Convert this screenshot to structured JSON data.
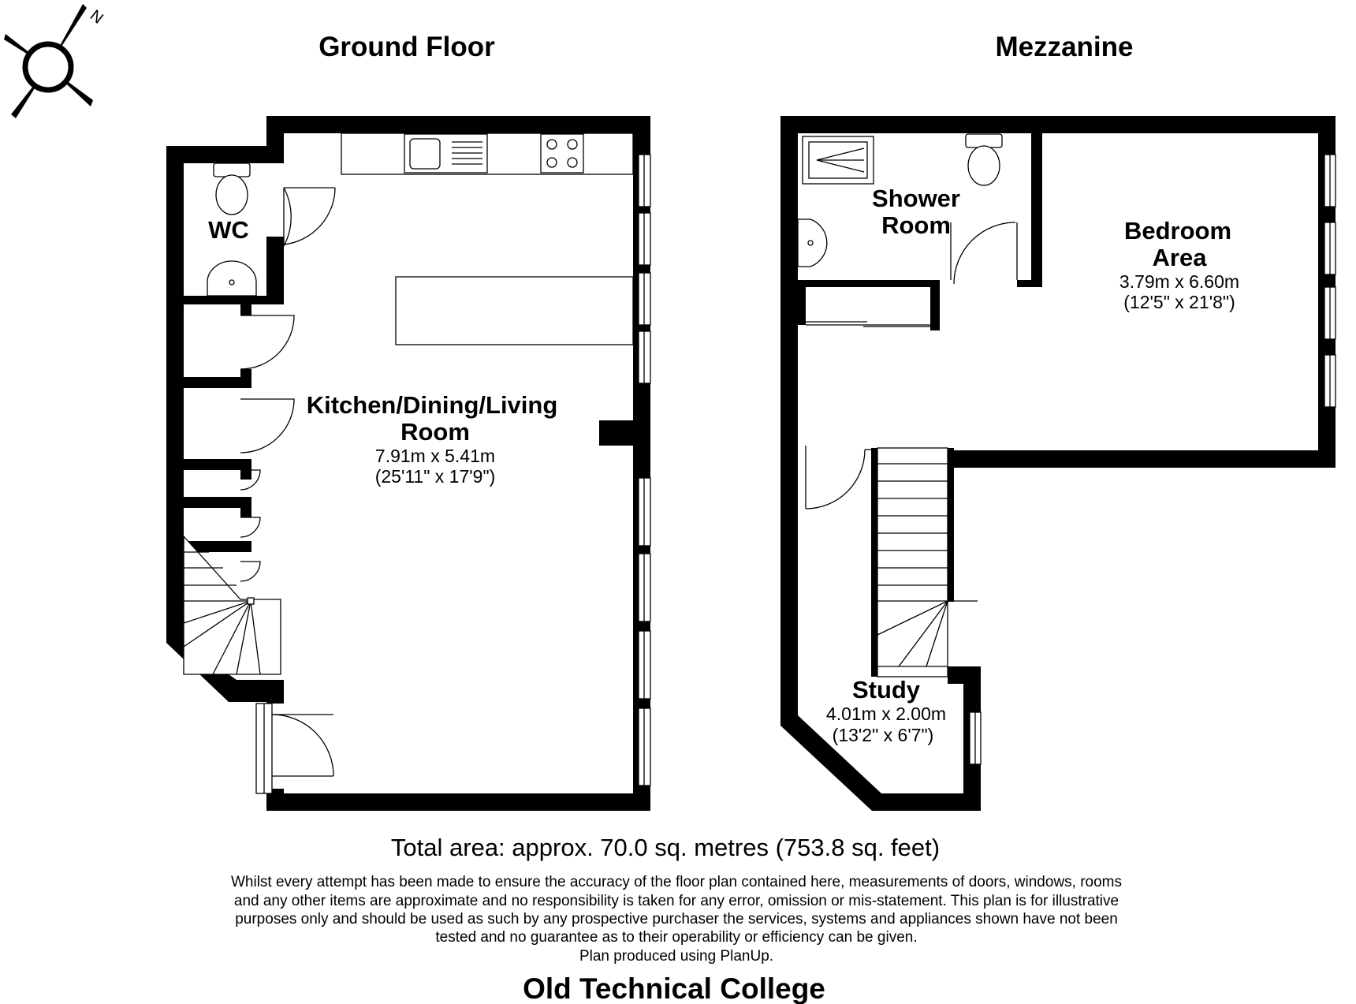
{
  "compass": {
    "north_label": "N",
    "icon": "compass-icon"
  },
  "floors": [
    {
      "title": "Ground Floor"
    },
    {
      "title": "Mezzanine"
    }
  ],
  "rooms": {
    "wc": {
      "name": "WC"
    },
    "kitchen": {
      "name_line1": "Kitchen/Dining/Living",
      "name_line2": "Room",
      "dim_metric": "7.91m x 5.41m",
      "dim_imperial": "(25'11\" x 17'9\")"
    },
    "shower": {
      "name_line1": "Shower",
      "name_line2": "Room"
    },
    "bedroom": {
      "name_line1": "Bedroom",
      "name_line2": "Area",
      "dim_metric": "3.79m x 6.60m",
      "dim_imperial": "(12'5\" x 21'8\")"
    },
    "study": {
      "name": "Study",
      "dim_metric": "4.01m x 2.00m",
      "dim_imperial": "(13'2\" x 6'7\")"
    }
  },
  "total_area": "Total area: approx. 70.0 sq. metres (753.8 sq. feet)",
  "disclaimer": [
    "Whilst every attempt has been made to ensure the accuracy of the floor plan contained here, measurements of doors, windows, rooms",
    "and any other items are approximate and no responsibility is taken for any error, omission or mis-statement. This plan is for illustrative",
    "purposes only and should be used as such by any prospective purchaser the services, systems and appliances shown have not been",
    "tested and no guarantee as to their operability or efficiency can be given.",
    "Plan produced using PlanUp."
  ],
  "property_name": "Old Technical College"
}
